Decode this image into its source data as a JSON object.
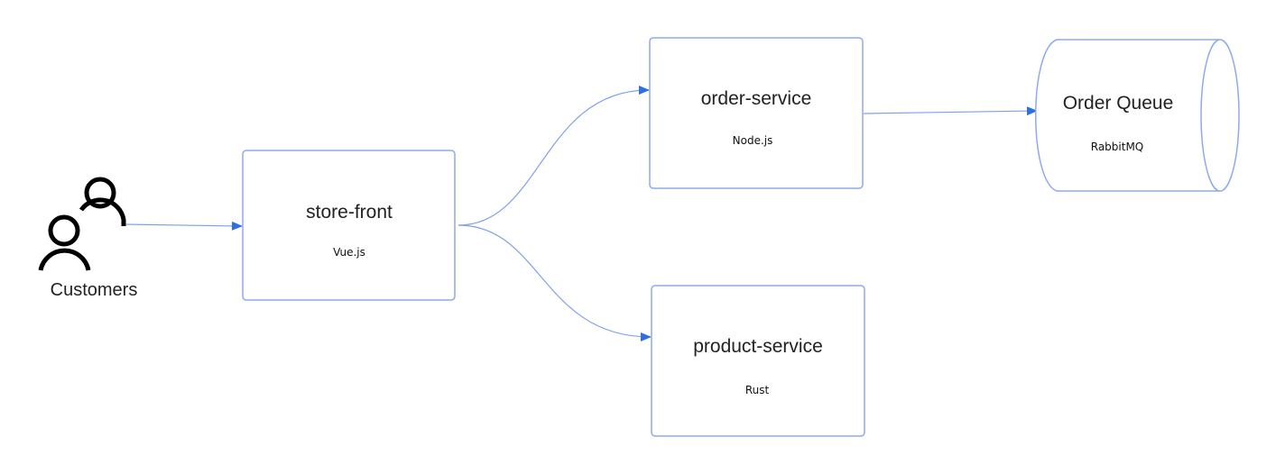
{
  "nodes": {
    "customers": {
      "label": "Customers",
      "icon": "users-icon"
    },
    "store_front": {
      "title": "store-front",
      "tech": "Vue.js"
    },
    "order_service": {
      "title": "order-service",
      "tech": "Node.js"
    },
    "product_service": {
      "title": "product-service",
      "tech": "Rust"
    },
    "order_queue": {
      "title": "Order Queue",
      "tech": "RabbitMQ",
      "shape": "cylinder"
    }
  },
  "edges": [
    {
      "from": "customers",
      "to": "store_front"
    },
    {
      "from": "store_front",
      "to": "order_service"
    },
    {
      "from": "store_front",
      "to": "product_service"
    },
    {
      "from": "order_service",
      "to": "order_queue"
    }
  ],
  "colors": {
    "border": "#8fa9ee",
    "edge": "#7fa0ec",
    "arrow": "#2f6fe0"
  }
}
